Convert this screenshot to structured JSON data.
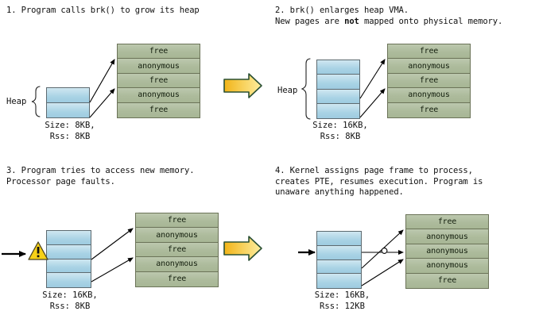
{
  "diagram": {
    "title": "brk() heap growth and demand paging",
    "colors": {
      "phys_fill": "#b0bda0",
      "phys_border": "#6b7358",
      "heap_fill": "#a9d3e5",
      "heap_border": "#5d6a70",
      "arrow_fill": "#f5c53a",
      "arrow_border": "#2a5034",
      "warning_fill": "#f7d117",
      "text": "#111111"
    }
  },
  "panels": [
    {
      "id": "panel-1",
      "number": "1",
      "caption": "1. Program calls brk() to grow its heap",
      "heap_label": "Heap",
      "show_brace": true,
      "show_warning": false,
      "show_incoming_arrow": false,
      "heap_cells": 2,
      "size_label": "Size: 8KB,\n Rss: 8KB",
      "size_value": "8KB",
      "rss_value": "8KB",
      "phys_rows": [
        "free",
        "anonymous",
        "free",
        "anonymous",
        "free"
      ],
      "next_arrow": true
    },
    {
      "id": "panel-2",
      "number": "2",
      "caption": "2. brk() enlarges heap VMA.\nNew pages are not mapped onto physical memory.",
      "caption_bold_word": "not",
      "heap_label": "Heap",
      "show_brace": true,
      "show_warning": false,
      "show_incoming_arrow": false,
      "heap_cells": 4,
      "size_label": "Size: 16KB,\n Rss: 8KB",
      "size_value": "16KB",
      "rss_value": "8KB",
      "phys_rows": [
        "free",
        "anonymous",
        "free",
        "anonymous",
        "free"
      ],
      "next_arrow": false
    },
    {
      "id": "panel-3",
      "number": "3",
      "caption": "3. Program tries to access new memory.\nProcessor page faults.",
      "heap_label": "",
      "show_brace": false,
      "show_warning": true,
      "show_incoming_arrow": true,
      "heap_cells": 4,
      "size_label": "Size: 16KB,\n Rss: 8KB",
      "size_value": "16KB",
      "rss_value": "8KB",
      "phys_rows": [
        "free",
        "anonymous",
        "free",
        "anonymous",
        "free"
      ],
      "next_arrow": true
    },
    {
      "id": "panel-4",
      "number": "4",
      "caption": "4. Kernel assigns page frame to process,\ncreates PTE, resumes execution. Program is\nunaware anything happened.",
      "heap_label": "",
      "show_brace": false,
      "show_warning": false,
      "show_incoming_arrow": true,
      "heap_cells": 4,
      "size_label": "Size: 16KB,\n Rss: 12KB",
      "size_value": "16KB",
      "rss_value": "12KB",
      "phys_rows": [
        "free",
        "anonymous",
        "anonymous",
        "anonymous",
        "free"
      ],
      "next_arrow": false
    }
  ]
}
